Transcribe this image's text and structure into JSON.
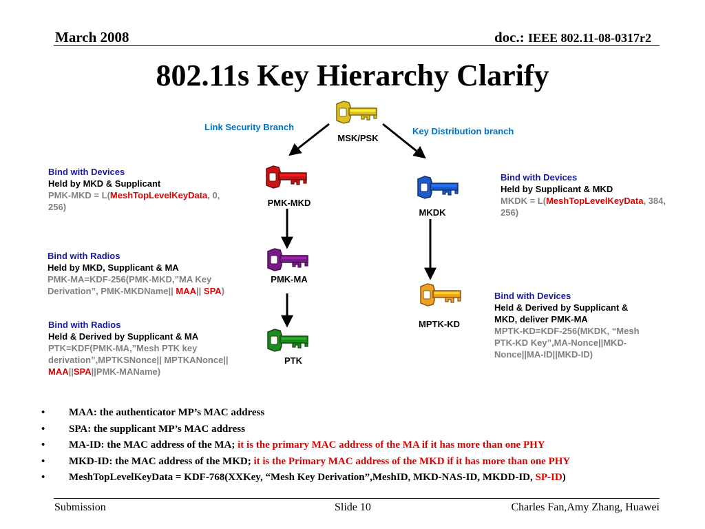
{
  "header": {
    "date": "March 2008",
    "doc_prefix": "doc.:",
    "doc_number": "IEEE 802.11-08-0317r2"
  },
  "title": "802.11s Key Hierarchy Clarify",
  "branches": {
    "left": "Link Security Branch",
    "right": "Key Distribution branch"
  },
  "keys": {
    "msk": {
      "label": "MSK/PSK",
      "color": "#e0c020"
    },
    "pmk_mkd": {
      "label": "PMK-MKD",
      "color": "#c81414"
    },
    "pmk_ma": {
      "label": "PMK-MA",
      "color": "#7a1a8a"
    },
    "ptk": {
      "label": "PTK",
      "color": "#1e8a1e"
    },
    "mkdk": {
      "label": "MKDK",
      "color": "#1e5ac8"
    },
    "mptk_kd": {
      "label": "MPTK-KD",
      "color": "#f0a020"
    }
  },
  "notes": {
    "pmk_mkd": {
      "bind": "Bind with Devices",
      "held": "Held by MKD & Supplicant",
      "f1": "PMK-MKD = L(",
      "f1_red": "MeshTopLevelKeyData",
      "f1_tail": ", 0,",
      "f2": "256)"
    },
    "pmk_ma": {
      "bind": "Bind with Radios",
      "held": "Held by MKD, Supplicant & MA",
      "f1": "PMK-MA=KDF-256(PMK-MKD,”MA Key",
      "f2": "Derivation”, PMK-MKDName|| ",
      "f2_red1": "MAA",
      "f2_mid": "|| ",
      "f2_red2": "SPA",
      "f2_tail": ")"
    },
    "ptk": {
      "bind": "Bind with Radios",
      "held": "Held & Derived by Supplicant & MA",
      "f1": "PTK=KDF(PMK-MA,”Mesh PTK key",
      "f2": "derivation”,MPTKSNonce|| MPTKANonce||",
      "f3_red1": "MAA",
      "f3_sep": "||",
      "f3_red2": "SPA",
      "f3_tail": "||PMK-MAName)"
    },
    "mkdk": {
      "bind": "Bind with Devices",
      "held": "Held by Supplicant & MKD",
      "f1": "MKDK = L(",
      "f1_red": "MeshTopLevelKeyData",
      "f1_tail": ", 384,",
      "f2": "256)"
    },
    "mptk_kd": {
      "bind": "Bind with Devices",
      "held1": "Held & Derived by Supplicant &",
      "held2": "MKD, deliver PMK-MA",
      "f1": "MPTK-KD=KDF-256(MKDK, “Mesh",
      "f2": "PTK-KD Key”,MA-Nonce||MKD-",
      "f3": "Nonce||MA-ID||MKD-ID)"
    }
  },
  "bullets": [
    {
      "text": "MAA: the authenticator MP’s MAC address",
      "red": ""
    },
    {
      "text": "SPA: the supplicant MP’s MAC address",
      "red": ""
    },
    {
      "text": "MA-ID: the MAC address of the MA; ",
      "red": "it is the primary MAC address of the MA if it has more than one PHY"
    },
    {
      "text": "MKD-ID: the MAC address of the MKD; ",
      "red": "it is the Primary MAC address of the MKD if it has more than one PHY"
    },
    {
      "text": "MeshTopLevelKeyData = KDF-768(XXKey, “Mesh Key Derivation”,MeshID, MKD-NAS-ID, MKDD-ID, ",
      "red": "SP-ID",
      "tail": ")"
    }
  ],
  "bullet_symbol": "•",
  "footer": {
    "left": "Submission",
    "center": "Slide 10",
    "right": "Charles Fan,Amy Zhang, Huawei"
  }
}
